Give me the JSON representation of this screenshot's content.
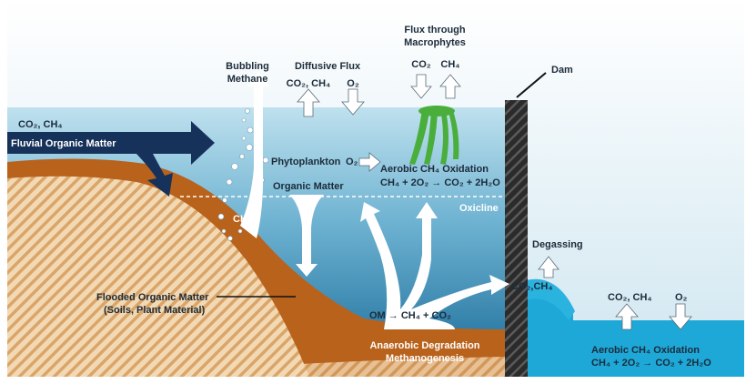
{
  "labels": {
    "fluvial_gases": "CO₂, CH₄",
    "fluvial_om": "Fluvial Organic Matter",
    "bubbling_1": "Bubbling",
    "bubbling_2": "Methane",
    "diffusive_title": "Diffusive Flux",
    "diffusive_gases": "CO₂, CH₄",
    "diffusive_o2": "O₂",
    "macro_title_1": "Flux through",
    "macro_title_2": "Macrophytes",
    "macro_co2": "CO₂",
    "macro_ch4": "CH₄",
    "dam": "Dam",
    "phytoplankton": "Phytoplankton",
    "phyto_o2": "O₂",
    "aerobic_title_upper": "Aerobic CH₄ Oxidation",
    "aerobic_eq_upper": "CH₄ + 2O₂ → CO₂ + 2H₂O",
    "organic_matter": "Organic Matter",
    "ch4_bubble": "CH₄",
    "oxicline": "Oxicline",
    "degassing": "Degassing",
    "dam_gases": "CO₂,CH₄",
    "flooded_1": "Flooded Organic Matter",
    "flooded_2": "(Soils, Plant Material)",
    "om_reaction": "OM → CH₄ + CO₂",
    "anaerobic_1": "Anaerobic Degradation",
    "anaerobic_2": "Methanogenesis",
    "downstream_gases": "CO₂, CH₄",
    "downstream_o2": "O₂",
    "aerobic_title_lower": "Aerobic CH₄ Oxidation",
    "aerobic_eq_lower": "CH₄ + 2O₂ → CO₂ + 2H₂O"
  },
  "colors": {
    "sky": "#d5e9f2",
    "water_upper": "#9ccde0",
    "water_lower": "#1f6f9e",
    "soil_brown": "#b8621c",
    "hatch_light": "#f1d5ad",
    "dam": "#2a2a2a",
    "fluvial_arrow": "#17325a",
    "macrophyte": "#4aae3c",
    "downstream_water": "#19a6d6"
  }
}
